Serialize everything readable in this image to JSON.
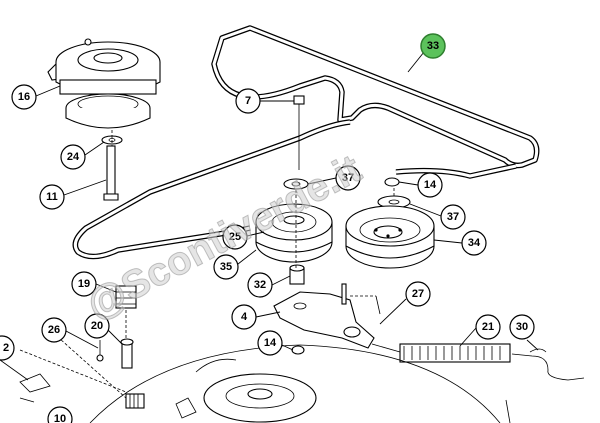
{
  "watermark": "@Scontiverde.it",
  "highlight_color": "#5cc25c",
  "callouts": [
    {
      "id": "c16",
      "label": "16"
    },
    {
      "id": "c24",
      "label": "24"
    },
    {
      "id": "c11",
      "label": "11"
    },
    {
      "id": "c7",
      "label": "7"
    },
    {
      "id": "c33",
      "label": "33",
      "highlighted": true
    },
    {
      "id": "c37a",
      "label": "37"
    },
    {
      "id": "c14a",
      "label": "14"
    },
    {
      "id": "c37b",
      "label": "37"
    },
    {
      "id": "c25",
      "label": "25"
    },
    {
      "id": "c35",
      "label": "35"
    },
    {
      "id": "c34",
      "label": "34"
    },
    {
      "id": "c19",
      "label": "19"
    },
    {
      "id": "c32",
      "label": "32"
    },
    {
      "id": "c27",
      "label": "27"
    },
    {
      "id": "c4",
      "label": "4"
    },
    {
      "id": "c26",
      "label": "26"
    },
    {
      "id": "c20",
      "label": "20"
    },
    {
      "id": "c21",
      "label": "21"
    },
    {
      "id": "c30",
      "label": "30"
    },
    {
      "id": "c14b",
      "label": "14"
    },
    {
      "id": "c2",
      "label": "2"
    },
    {
      "id": "c10",
      "label": "10"
    }
  ]
}
